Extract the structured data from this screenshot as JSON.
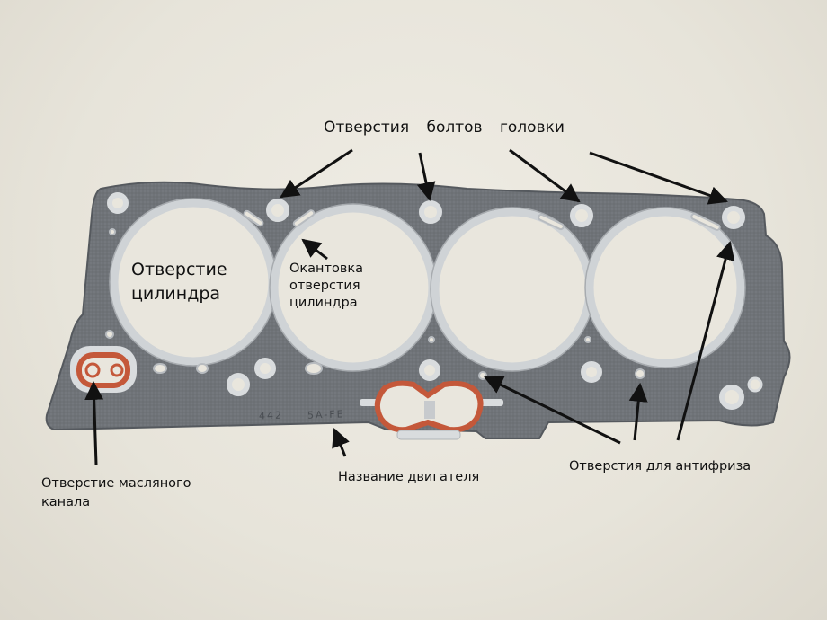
{
  "labels": {
    "bolt_holes": "Отверстия болтов головки",
    "cylinder_bore_line1": "Отверстие",
    "cylinder_bore_line2": "цилиндра",
    "bore_edge_line1": "Окантовка",
    "bore_edge_line2": "отверстия",
    "bore_edge_line3": "цилиндра",
    "oil_channel_line1": "Отверстие масляного",
    "oil_channel_line2": "канала",
    "engine_name": "Название двигателя",
    "coolant_holes": "Отверстия для антифриза"
  },
  "gasket_stamp": {
    "part_number": "442",
    "engine_code": "5A-FE"
  },
  "colors": {
    "background": "#e9e6dd",
    "gasket": "#6f7378",
    "ring_silver": "#d9dcde",
    "oil_seal": "#c4583a",
    "arrow": "#111111"
  }
}
